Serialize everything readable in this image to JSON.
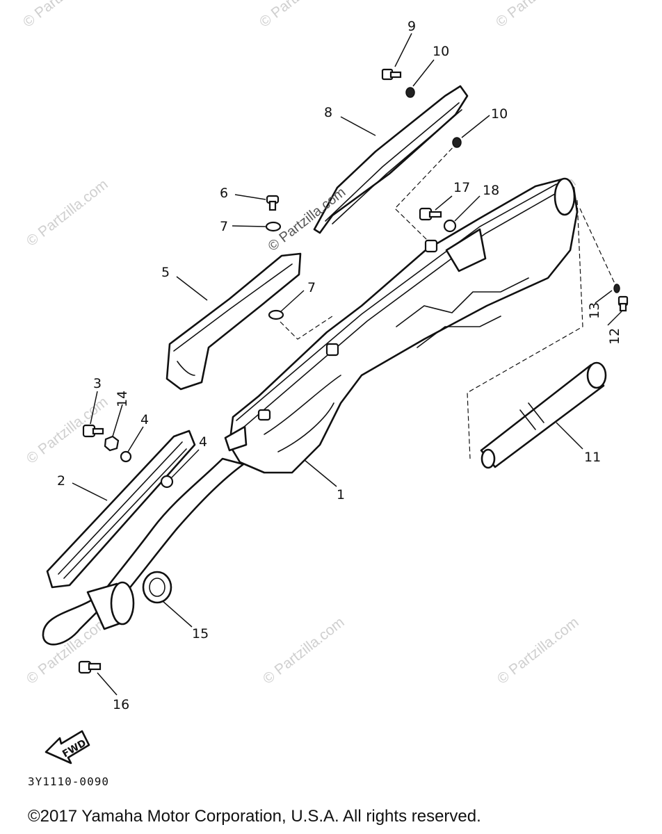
{
  "watermark": {
    "text": "© Partzilla.com",
    "main_text": "© Partzilla.com"
  },
  "callouts": {
    "c1": "1",
    "c2": "2",
    "c3": "3",
    "c4a": "4",
    "c4b": "4",
    "c5": "5",
    "c6": "6",
    "c7a": "7",
    "c7b": "7",
    "c8": "8",
    "c9": "9",
    "c10a": "10",
    "c10b": "10",
    "c11": "11",
    "c12": "12",
    "c13": "13",
    "c14": "14",
    "c15": "15",
    "c16": "16",
    "c17": "17",
    "c18": "18"
  },
  "direction_label": "FWD",
  "diagram_code": "3Y1110-0090",
  "copyright": "©2017 Yamaha Motor Corporation, U.S.A. All rights reserved."
}
